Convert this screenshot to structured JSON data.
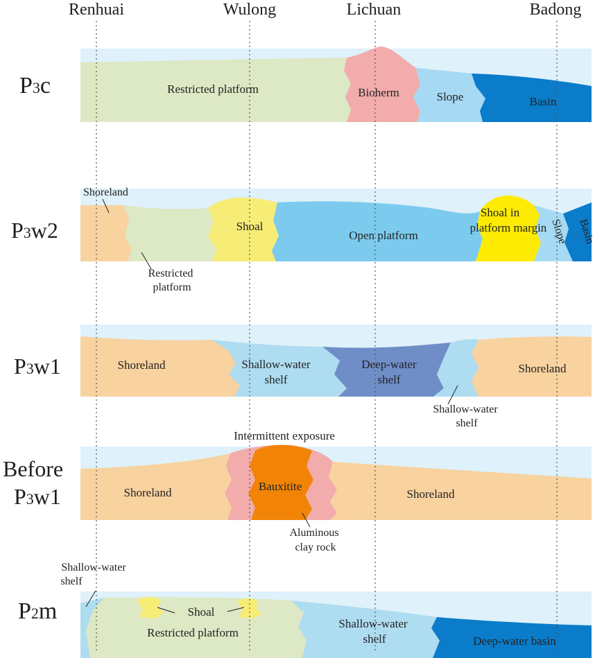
{
  "locations": [
    "Renhuai",
    "Wulong",
    "Lichuan",
    "Badong"
  ],
  "colors": {
    "water": "#dff1fa",
    "restricted_platform": "#dde8c4",
    "shoreland": "#f8d29f",
    "shoal": "#f7ec76",
    "shoal_margin": "#fdeb04",
    "open_platform": "#7ccbef",
    "slope": "#a6d9f3",
    "basin": "#0a7cca",
    "bioherm": "#f2acab",
    "shallow_shelf": "#aedcf0",
    "deep_shelf": "#6f8ec8",
    "bauxitite": "#f18407",
    "aluminous_clay": "#f2acab"
  },
  "stages": {
    "p3c": {
      "label_main": "P",
      "label_sub": "3",
      "label_rest": "c",
      "labels": {
        "restricted_platform": "Restricted platform",
        "bioherm": "Bioherm",
        "slope": "Slope",
        "basin": "Basin"
      }
    },
    "p3w2": {
      "label_main": "P",
      "label_sub": "3",
      "label_rest": "w2",
      "labels": {
        "shoreland": "Shoreland",
        "restricted_line1": "Restricted",
        "restricted_line2": "platform",
        "shoal": "Shoal",
        "open_platform": "Open platform",
        "shoal_margin_line1": "Shoal in",
        "shoal_margin_line2": "platform margin",
        "slope": "Slope",
        "basin": "Basin"
      }
    },
    "p3w1": {
      "label_main": "P",
      "label_sub": "3",
      "label_rest": "w1",
      "labels": {
        "shoreland_left": "Shoreland",
        "shallow_line1": "Shallow-water",
        "shallow_line2": "shelf",
        "deep_line1": "Deep-water",
        "deep_line2": "shelf",
        "shoreland_right": "Shoreland",
        "shallow2_line1": "Shallow-water",
        "shallow2_line2": "shelf"
      }
    },
    "before": {
      "label_line1": "Before",
      "label_main": "P",
      "label_sub": "3",
      "label_rest": "w1",
      "labels": {
        "intermittent_exposure": "Intermittent exposure",
        "shoreland_left": "Shoreland",
        "bauxitite": "Bauxitite",
        "shoreland_right": "Shoreland",
        "aluminous_line1": "Aluminous",
        "aluminous_line2": "clay rock"
      }
    },
    "p2m": {
      "label_main": "P",
      "label_sub": "2",
      "label_rest": "m",
      "labels": {
        "shallow_line1": "Shallow-water",
        "shallow_line2": "shelf",
        "shoal": "Shoal",
        "restricted_platform": "Restricted platform",
        "shallow_mid_line1": "Shallow-water",
        "shallow_mid_line2": "shelf",
        "deep_basin": "Deep-water basin"
      }
    }
  }
}
